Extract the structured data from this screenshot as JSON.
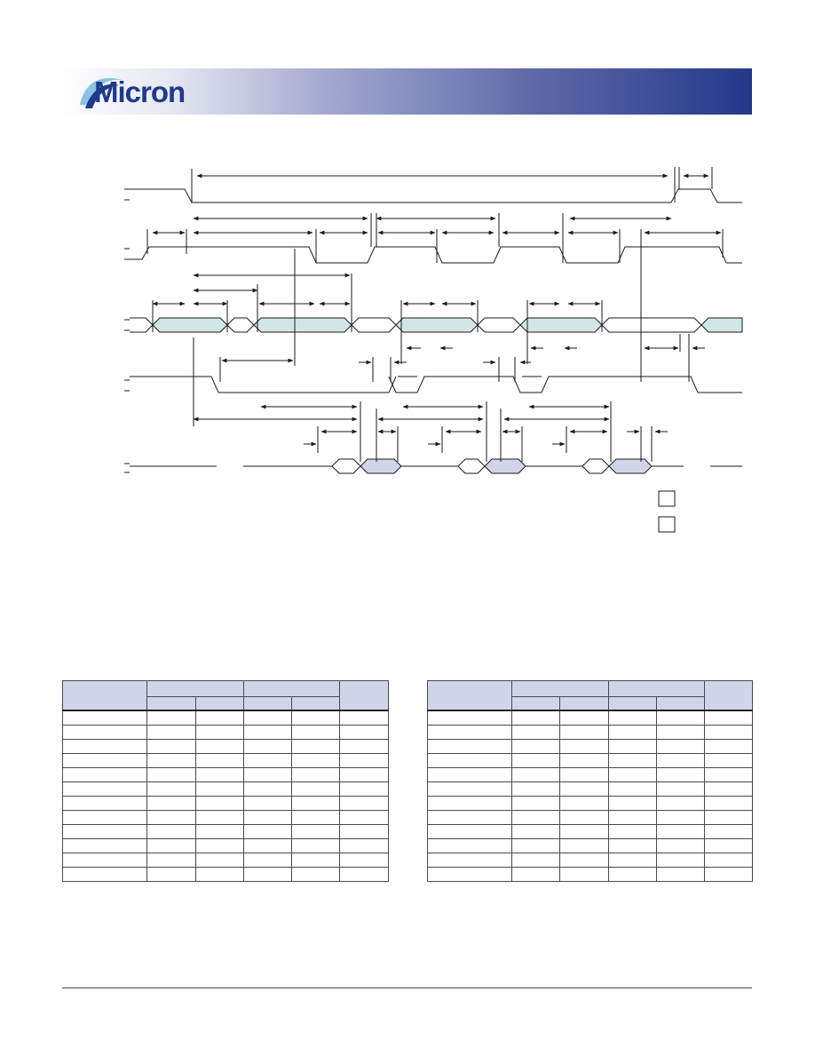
{
  "header": {
    "brand": "Micron",
    "brand_color": "#1f3a8c",
    "gradient_end": "#24388a",
    "logo_icon": "micron-swoosh-logo-icon"
  },
  "timing_diagram": {
    "signal_count": 5,
    "legend_boxes": 2,
    "colors": {
      "address_fill": "#d3e6e6",
      "data_fill": "#d2d4ea",
      "line": "#1a1a1a"
    }
  },
  "tables": {
    "left": {
      "body_rows": 12,
      "data_cols": 4
    },
    "right": {
      "body_rows": 12,
      "data_cols": 4
    }
  }
}
